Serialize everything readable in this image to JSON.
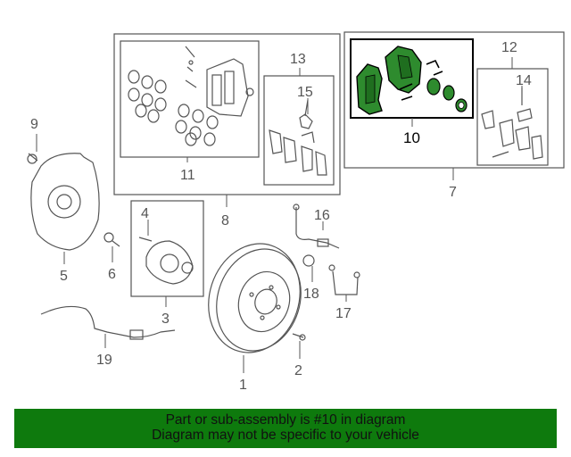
{
  "callouts": {
    "c1": "1",
    "c2": "2",
    "c3": "3",
    "c4": "4",
    "c5": "5",
    "c6": "6",
    "c7": "7",
    "c8": "8",
    "c9": "9",
    "c10": "10",
    "c11": "11",
    "c12": "12",
    "c13": "13",
    "c14": "14",
    "c15": "15",
    "c16": "16",
    "c17": "17",
    "c18": "18",
    "c19": "19"
  },
  "banner": {
    "line1": "Part or sub-assembly is #10 in diagram",
    "line2": "Diagram may not be specific to your vehicle"
  },
  "colors": {
    "highlight": "#2e8b2e",
    "banner": "#0e7a0d",
    "line": "#555555"
  }
}
